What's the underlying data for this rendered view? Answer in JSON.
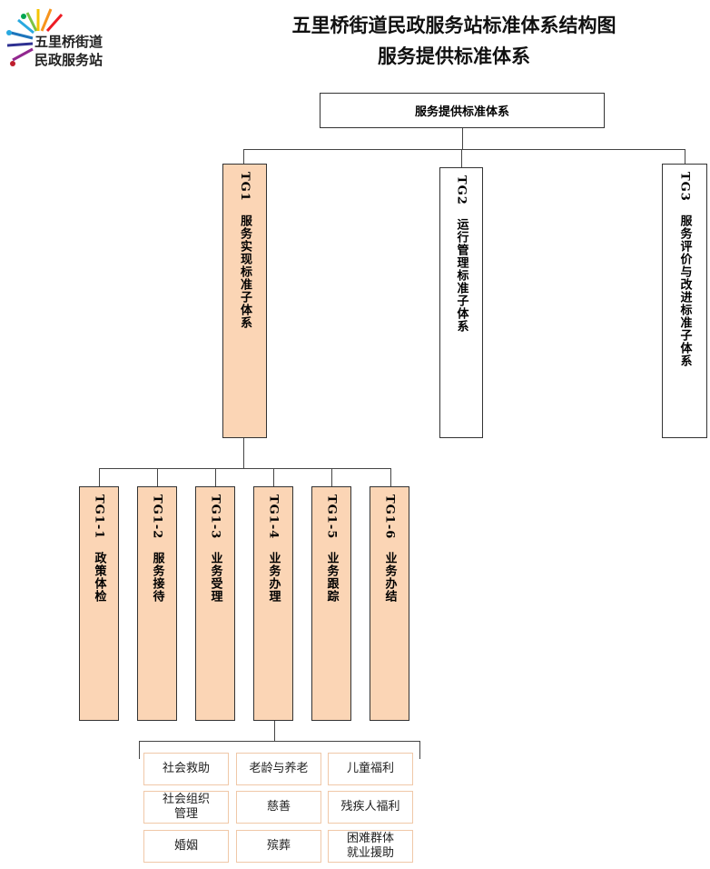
{
  "logo": {
    "line1": "五里桥街道",
    "line2": "民政服务站"
  },
  "title": "五里桥街道民政服务站标准体系结构图",
  "subtitle": "服务提供标准体系",
  "root": "服务提供标准体系",
  "level1": [
    {
      "code": "TG1",
      "name": "服务实现标准子体系"
    },
    {
      "code": "TG2",
      "name": "运行管理标准子体系"
    },
    {
      "code": "TG3",
      "name": "服务评价与改进标准子体系"
    }
  ],
  "level2": [
    {
      "code": "TG1-1",
      "name": "政策体检"
    },
    {
      "code": "TG1-2",
      "name": "服务接待"
    },
    {
      "code": "TG1-3",
      "name": "业务受理"
    },
    {
      "code": "TG1-4",
      "name": "业务办理"
    },
    {
      "code": "TG1-5",
      "name": "业务跟踪"
    },
    {
      "code": "TG1-6",
      "name": "业务办结"
    }
  ],
  "services": [
    "社会救助",
    "老龄与养老",
    "儿童福利",
    "社会组织管理",
    "慈善",
    "残疾人福利",
    "婚姻",
    "殡葬",
    "困难群体就业援助"
  ]
}
